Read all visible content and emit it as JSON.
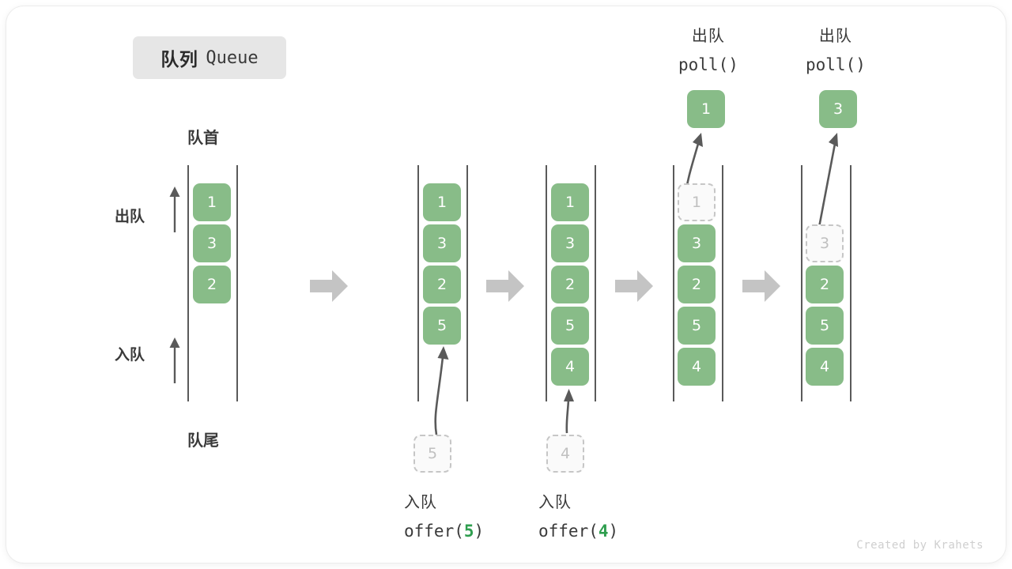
{
  "title": {
    "cn": "队列",
    "en": "Queue"
  },
  "labels": {
    "head": "队首",
    "tail": "队尾",
    "dequeue": "出队",
    "enqueue": "入队"
  },
  "colors": {
    "cell_fill": "#88bc88",
    "cell_text": "#ffffff",
    "ghost_border": "#c6c6c6",
    "ghost_text": "#c0c0c0",
    "rail": "#5a5a5a",
    "block_arrow": "#c4c4c4",
    "code_number": "#2f9e4f",
    "title_chip_bg": "#e6e6e6",
    "text": "#3a3a3a"
  },
  "stages": [
    {
      "name": "initial",
      "cells": [
        "1",
        "3",
        "2"
      ],
      "ghost_top": null,
      "ghost_bottom": null
    },
    {
      "name": "after-offer-5",
      "cells": [
        "1",
        "3",
        "2",
        "5"
      ],
      "ghost_top": null,
      "ghost_bottom": "5",
      "caption_cn": "入队",
      "caption_code_prefix": "offer(",
      "caption_code_num": "5",
      "caption_code_suffix": ")"
    },
    {
      "name": "after-offer-4",
      "cells": [
        "1",
        "3",
        "2",
        "5",
        "4"
      ],
      "ghost_top": null,
      "ghost_bottom": "4",
      "caption_cn": "入队",
      "caption_code_prefix": "offer(",
      "caption_code_num": "4",
      "caption_code_suffix": ")"
    },
    {
      "name": "after-poll-1",
      "cells": [
        "3",
        "2",
        "5",
        "4"
      ],
      "ghost_top": "1",
      "popped": "1",
      "caption_cn": "出队",
      "caption_code": "poll()"
    },
    {
      "name": "after-poll-3",
      "cells": [
        "2",
        "5",
        "4"
      ],
      "ghost_top": "3",
      "popped": "3",
      "caption_cn": "出队",
      "caption_code": "poll()"
    }
  ],
  "watermark": "Created by Krahets"
}
